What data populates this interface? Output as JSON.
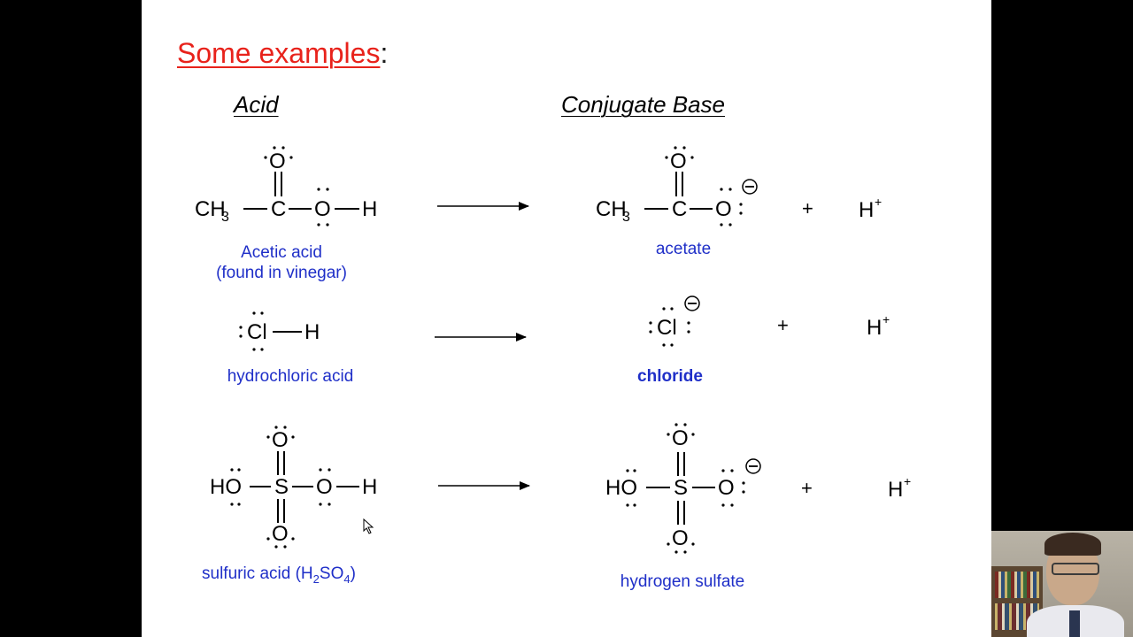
{
  "slide": {
    "title": "Some examples",
    "title_colon": ":",
    "heading_acid": "Acid",
    "heading_base": "Conjugate Base"
  },
  "reactions": [
    {
      "acid_label_line1": "Acetic acid",
      "acid_label_line2": "(found in vinegar)",
      "base_label": "acetate",
      "plus": "+",
      "proton": "H",
      "proton_charge": "+"
    },
    {
      "acid_label": "hydrochloric acid",
      "base_label": "chloride",
      "plus": "+",
      "proton": "H",
      "proton_charge": "+"
    },
    {
      "acid_label_prefix": "sulfuric acid (H",
      "acid_label_sub1": "2",
      "acid_label_mid": "SO",
      "acid_label_sub2": "4",
      "acid_label_suffix": ")",
      "base_label": "hydrogen sulfate",
      "plus": "+",
      "proton": "H",
      "proton_charge": "+"
    }
  ],
  "atoms": {
    "ch3": "CH",
    "ch3_sub": "3",
    "c": "C",
    "o": "O",
    "h": "H",
    "cl": "Cl",
    "s": "S",
    "ho": "HO",
    "minus": "−"
  },
  "webcam": {
    "icon": "presenter-video"
  }
}
